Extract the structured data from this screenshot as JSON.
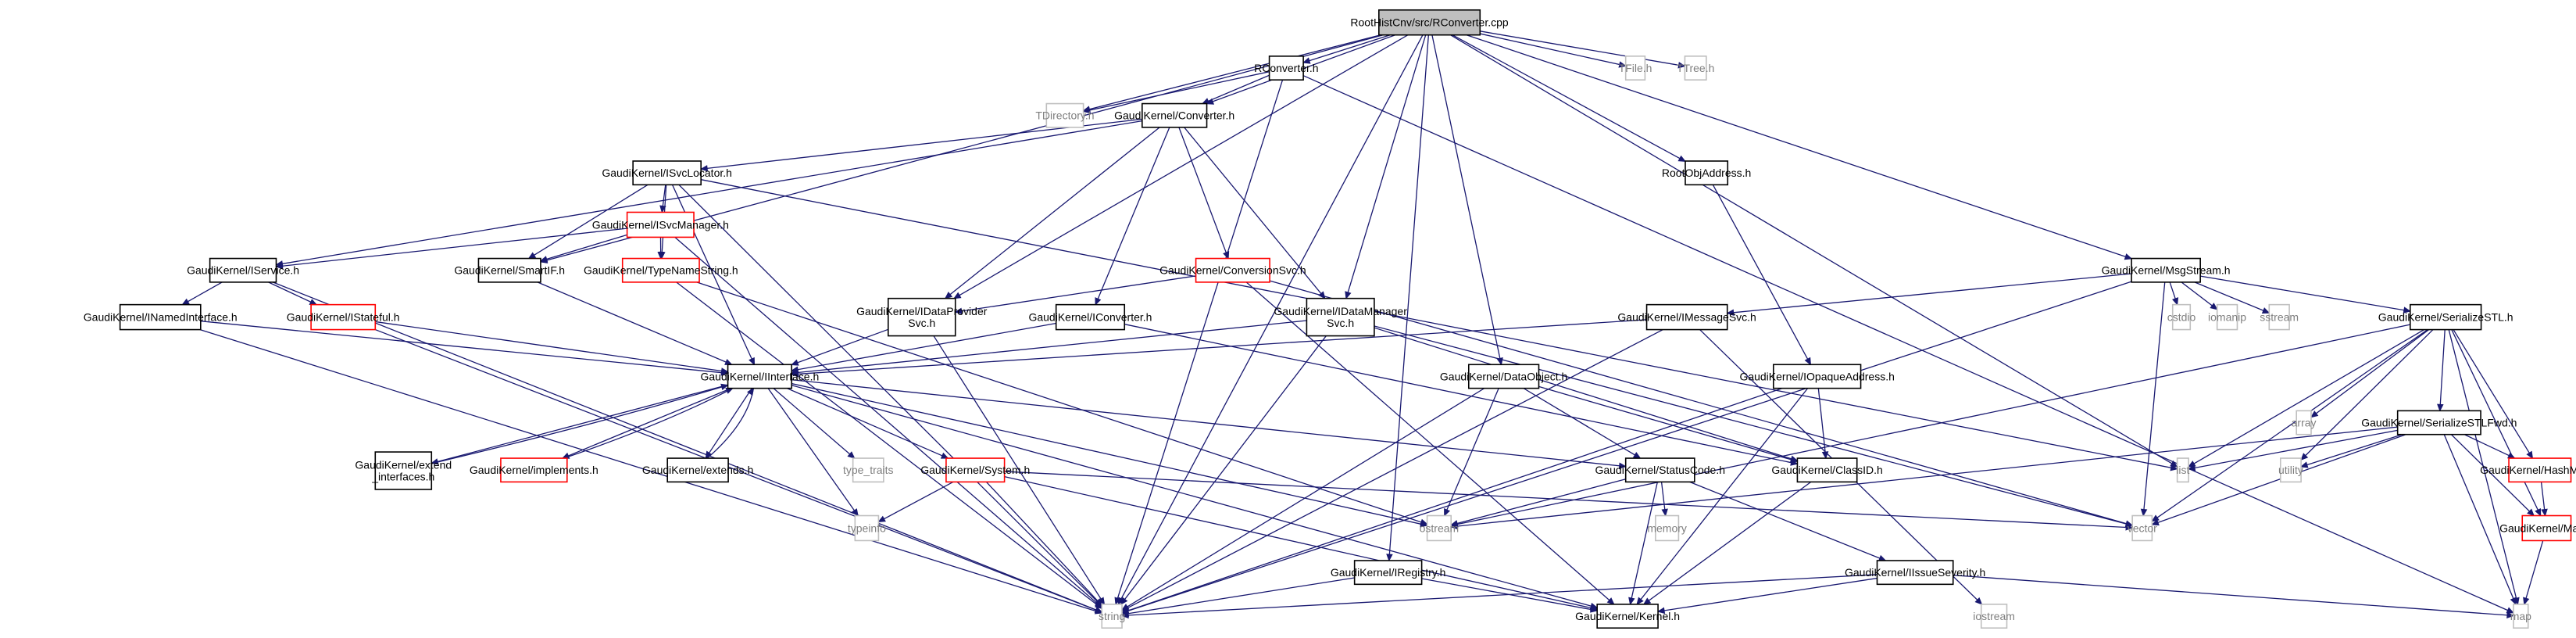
{
  "colors": {
    "edge": "#191970",
    "box_border": "#000000",
    "box_border_missing": "#bfbfbf",
    "box_border_truncated": "#ff0000",
    "root_fill": "#bfbfbf",
    "text": "#000000",
    "text_missing": "#7f7f7f"
  },
  "nodes": [
    {
      "id": "root",
      "kind": "root",
      "lines": [
        "RootHistCnv/src/RConverter.cpp"
      ]
    },
    {
      "id": "rconv",
      "kind": "normal",
      "lines": [
        "RConverter.h"
      ]
    },
    {
      "id": "tfile",
      "kind": "missing",
      "lines": [
        "TFile.h"
      ]
    },
    {
      "id": "ttree",
      "kind": "missing",
      "lines": [
        "TTree.h"
      ]
    },
    {
      "id": "tdir",
      "kind": "missing",
      "lines": [
        "TDirectory.h"
      ]
    },
    {
      "id": "conv",
      "kind": "normal",
      "lines": [
        "GaudiKernel/Converter.h"
      ]
    },
    {
      "id": "rootobj",
      "kind": "normal",
      "lines": [
        "RootObjAddress.h"
      ]
    },
    {
      "id": "isvcloc",
      "kind": "normal",
      "lines": [
        "GaudiKernel/ISvcLocator.h"
      ]
    },
    {
      "id": "isvcmgr",
      "kind": "truncated",
      "lines": [
        "GaudiKernel/ISvcManager.h"
      ]
    },
    {
      "id": "iservice",
      "kind": "normal",
      "lines": [
        "GaudiKernel/IService.h"
      ]
    },
    {
      "id": "smartif",
      "kind": "normal",
      "lines": [
        "GaudiKernel/SmartIF.h"
      ]
    },
    {
      "id": "typename",
      "kind": "truncated",
      "lines": [
        "GaudiKernel/TypeNameString.h"
      ]
    },
    {
      "id": "convsvc",
      "kind": "truncated",
      "lines": [
        "GaudiKernel/ConversionSvc.h"
      ]
    },
    {
      "id": "msgstream",
      "kind": "normal",
      "lines": [
        "GaudiKernel/MsgStream.h"
      ]
    },
    {
      "id": "inamed",
      "kind": "normal",
      "lines": [
        "GaudiKernel/INamedInterface.h"
      ]
    },
    {
      "id": "istateful",
      "kind": "truncated",
      "lines": [
        "GaudiKernel/IStateful.h"
      ]
    },
    {
      "id": "idataprov",
      "kind": "normal",
      "lines": [
        "GaudiKernel/IDataProvider",
        "Svc.h"
      ]
    },
    {
      "id": "iconverter",
      "kind": "normal",
      "lines": [
        "GaudiKernel/IConverter.h"
      ]
    },
    {
      "id": "idatamgr",
      "kind": "normal",
      "lines": [
        "GaudiKernel/IDataManager",
        "Svc.h"
      ]
    },
    {
      "id": "imsgsvc",
      "kind": "normal",
      "lines": [
        "GaudiKernel/IMessageSvc.h"
      ]
    },
    {
      "id": "cstdio",
      "kind": "missing",
      "lines": [
        "cstdio"
      ]
    },
    {
      "id": "iomanip",
      "kind": "missing",
      "lines": [
        "iomanip"
      ]
    },
    {
      "id": "sstream",
      "kind": "missing",
      "lines": [
        "sstream"
      ]
    },
    {
      "id": "serstl",
      "kind": "normal",
      "lines": [
        "GaudiKernel/SerializeSTL.h"
      ]
    },
    {
      "id": "iinterface",
      "kind": "normal",
      "lines": [
        "GaudiKernel/IInterface.h"
      ]
    },
    {
      "id": "dataobj",
      "kind": "normal",
      "lines": [
        "GaudiKernel/DataObject.h"
      ]
    },
    {
      "id": "iopaque",
      "kind": "normal",
      "lines": [
        "GaudiKernel/IOpaqueAddress.h"
      ]
    },
    {
      "id": "array",
      "kind": "missing",
      "lines": [
        "array"
      ]
    },
    {
      "id": "serstlfwd",
      "kind": "normal",
      "lines": [
        "GaudiKernel/SerializeSTLFwd.h"
      ]
    },
    {
      "id": "extendif",
      "kind": "normal",
      "lines": [
        "GaudiKernel/extend",
        "_interfaces.h"
      ]
    },
    {
      "id": "implements",
      "kind": "truncated",
      "lines": [
        "GaudiKernel/implements.h"
      ]
    },
    {
      "id": "extends",
      "kind": "normal",
      "lines": [
        "GaudiKernel/extends.h"
      ]
    },
    {
      "id": "typetraits",
      "kind": "missing",
      "lines": [
        "type_traits"
      ]
    },
    {
      "id": "system",
      "kind": "truncated",
      "lines": [
        "GaudiKernel/System.h"
      ]
    },
    {
      "id": "statuscode",
      "kind": "normal",
      "lines": [
        "GaudiKernel/StatusCode.h"
      ]
    },
    {
      "id": "classid",
      "kind": "normal",
      "lines": [
        "GaudiKernel/ClassID.h"
      ]
    },
    {
      "id": "list",
      "kind": "missing",
      "lines": [
        "list"
      ]
    },
    {
      "id": "utility",
      "kind": "missing",
      "lines": [
        "utility"
      ]
    },
    {
      "id": "hashmap",
      "kind": "truncated",
      "lines": [
        "GaudiKernel/HashMap.h"
      ]
    },
    {
      "id": "typeinfo",
      "kind": "missing",
      "lines": [
        "typeinfo"
      ]
    },
    {
      "id": "ostream",
      "kind": "missing",
      "lines": [
        "ostream"
      ]
    },
    {
      "id": "memory",
      "kind": "missing",
      "lines": [
        "memory"
      ]
    },
    {
      "id": "vector",
      "kind": "missing",
      "lines": [
        "vector"
      ]
    },
    {
      "id": "iregistry",
      "kind": "normal",
      "lines": [
        "GaudiKernel/IRegistry.h"
      ]
    },
    {
      "id": "iseverity",
      "kind": "normal",
      "lines": [
        "GaudiKernel/IIssueSeverity.h"
      ]
    },
    {
      "id": "gkmap",
      "kind": "truncated",
      "lines": [
        "GaudiKernel/Map.h"
      ]
    },
    {
      "id": "string",
      "kind": "missing",
      "lines": [
        "string"
      ]
    },
    {
      "id": "kernel",
      "kind": "normal",
      "lines": [
        "GaudiKernel/Kernel.h"
      ]
    },
    {
      "id": "iostream",
      "kind": "missing",
      "lines": [
        "iostream"
      ]
    },
    {
      "id": "map",
      "kind": "missing",
      "lines": [
        "map"
      ]
    }
  ],
  "edges": [
    [
      "root",
      "rconv"
    ],
    [
      "root",
      "tfile"
    ],
    [
      "root",
      "ttree"
    ],
    [
      "root",
      "tdir"
    ],
    [
      "root",
      "conv"
    ],
    [
      "root",
      "rootobj"
    ],
    [
      "root",
      "smartif"
    ],
    [
      "root",
      "idataprov"
    ],
    [
      "root",
      "idatamgr"
    ],
    [
      "root",
      "msgstream"
    ],
    [
      "root",
      "dataobj"
    ],
    [
      "root",
      "iregistry"
    ],
    [
      "root",
      "list"
    ],
    [
      "root",
      "string"
    ],
    [
      "rconv",
      "tdir"
    ],
    [
      "rconv",
      "conv"
    ],
    [
      "rconv",
      "string"
    ],
    [
      "rconv",
      "map"
    ],
    [
      "conv",
      "isvcloc"
    ],
    [
      "conv",
      "iservice"
    ],
    [
      "conv",
      "convsvc"
    ],
    [
      "conv",
      "idataprov"
    ],
    [
      "conv",
      "iconverter"
    ],
    [
      "conv",
      "idatamgr"
    ],
    [
      "rootobj",
      "iopaque"
    ],
    [
      "isvcloc",
      "isvcmgr"
    ],
    [
      "isvcloc",
      "smartif"
    ],
    [
      "isvcloc",
      "typename"
    ],
    [
      "isvcloc",
      "iinterface"
    ],
    [
      "isvcloc",
      "list"
    ],
    [
      "isvcloc",
      "string"
    ],
    [
      "isvcmgr",
      "iservice"
    ],
    [
      "isvcmgr",
      "smartif"
    ],
    [
      "isvcmgr",
      "typename"
    ],
    [
      "isvcmgr",
      "string"
    ],
    [
      "iservice",
      "inamed"
    ],
    [
      "iservice",
      "istateful"
    ],
    [
      "iservice",
      "string"
    ],
    [
      "smartif",
      "iinterface"
    ],
    [
      "typename",
      "string"
    ],
    [
      "typename",
      "ostream"
    ],
    [
      "convsvc",
      "idataprov"
    ],
    [
      "convsvc",
      "vector"
    ],
    [
      "convsvc",
      "kernel"
    ],
    [
      "msgstream",
      "imsgsvc"
    ],
    [
      "msgstream",
      "cstdio"
    ],
    [
      "msgstream",
      "iomanip"
    ],
    [
      "msgstream",
      "sstream"
    ],
    [
      "msgstream",
      "serstl"
    ],
    [
      "msgstream",
      "string"
    ],
    [
      "msgstream",
      "vector"
    ],
    [
      "inamed",
      "iinterface"
    ],
    [
      "inamed",
      "string"
    ],
    [
      "istateful",
      "iinterface"
    ],
    [
      "istateful",
      "string"
    ],
    [
      "idataprov",
      "iinterface"
    ],
    [
      "idataprov",
      "string"
    ],
    [
      "iconverter",
      "iinterface"
    ],
    [
      "iconverter",
      "classid"
    ],
    [
      "idatamgr",
      "iinterface"
    ],
    [
      "idatamgr",
      "string"
    ],
    [
      "idatamgr",
      "classid"
    ],
    [
      "idatamgr",
      "vector"
    ],
    [
      "imsgsvc",
      "iinterface"
    ],
    [
      "imsgsvc",
      "string"
    ],
    [
      "imsgsvc",
      "iostream"
    ],
    [
      "serstl",
      "array"
    ],
    [
      "serstl",
      "serstlfwd"
    ],
    [
      "serstl",
      "list"
    ],
    [
      "serstl",
      "utility"
    ],
    [
      "serstl",
      "hashmap"
    ],
    [
      "serstl",
      "ostream"
    ],
    [
      "serstl",
      "vector"
    ],
    [
      "serstl",
      "gkmap"
    ],
    [
      "serstl",
      "map"
    ],
    [
      "iinterface",
      "extendif"
    ],
    [
      "iinterface",
      "implements"
    ],
    [
      "iinterface",
      "extends"
    ],
    [
      "iinterface",
      "typetraits"
    ],
    [
      "iinterface",
      "system"
    ],
    [
      "iinterface",
      "statuscode"
    ],
    [
      "iinterface",
      "typeinfo"
    ],
    [
      "iinterface",
      "ostream"
    ],
    [
      "iinterface",
      "kernel"
    ],
    [
      "extendif",
      "iinterface"
    ],
    [
      "implements",
      "iinterface"
    ],
    [
      "extends",
      "iinterface"
    ],
    [
      "dataobj",
      "classid"
    ],
    [
      "dataobj",
      "statuscode"
    ],
    [
      "dataobj",
      "ostream"
    ],
    [
      "dataobj",
      "string"
    ],
    [
      "iopaque",
      "classid"
    ],
    [
      "iopaque",
      "kernel"
    ],
    [
      "iopaque",
      "string"
    ],
    [
      "serstlfwd",
      "list"
    ],
    [
      "serstlfwd",
      "utility"
    ],
    [
      "serstlfwd",
      "hashmap"
    ],
    [
      "serstlfwd",
      "gkmap"
    ],
    [
      "serstlfwd",
      "ostream"
    ],
    [
      "serstlfwd",
      "vector"
    ],
    [
      "serstlfwd",
      "map"
    ],
    [
      "system",
      "typeinfo"
    ],
    [
      "system",
      "string"
    ],
    [
      "system",
      "kernel"
    ],
    [
      "system",
      "vector"
    ],
    [
      "statuscode",
      "ostream"
    ],
    [
      "statuscode",
      "memory"
    ],
    [
      "statuscode",
      "iseverity"
    ],
    [
      "statuscode",
      "kernel"
    ],
    [
      "classid",
      "kernel"
    ],
    [
      "hashmap",
      "gkmap"
    ],
    [
      "iregistry",
      "kernel"
    ],
    [
      "iregistry",
      "string"
    ],
    [
      "iseverity",
      "kernel"
    ],
    [
      "iseverity",
      "string"
    ],
    [
      "iseverity",
      "map"
    ],
    [
      "gkmap",
      "map"
    ]
  ]
}
